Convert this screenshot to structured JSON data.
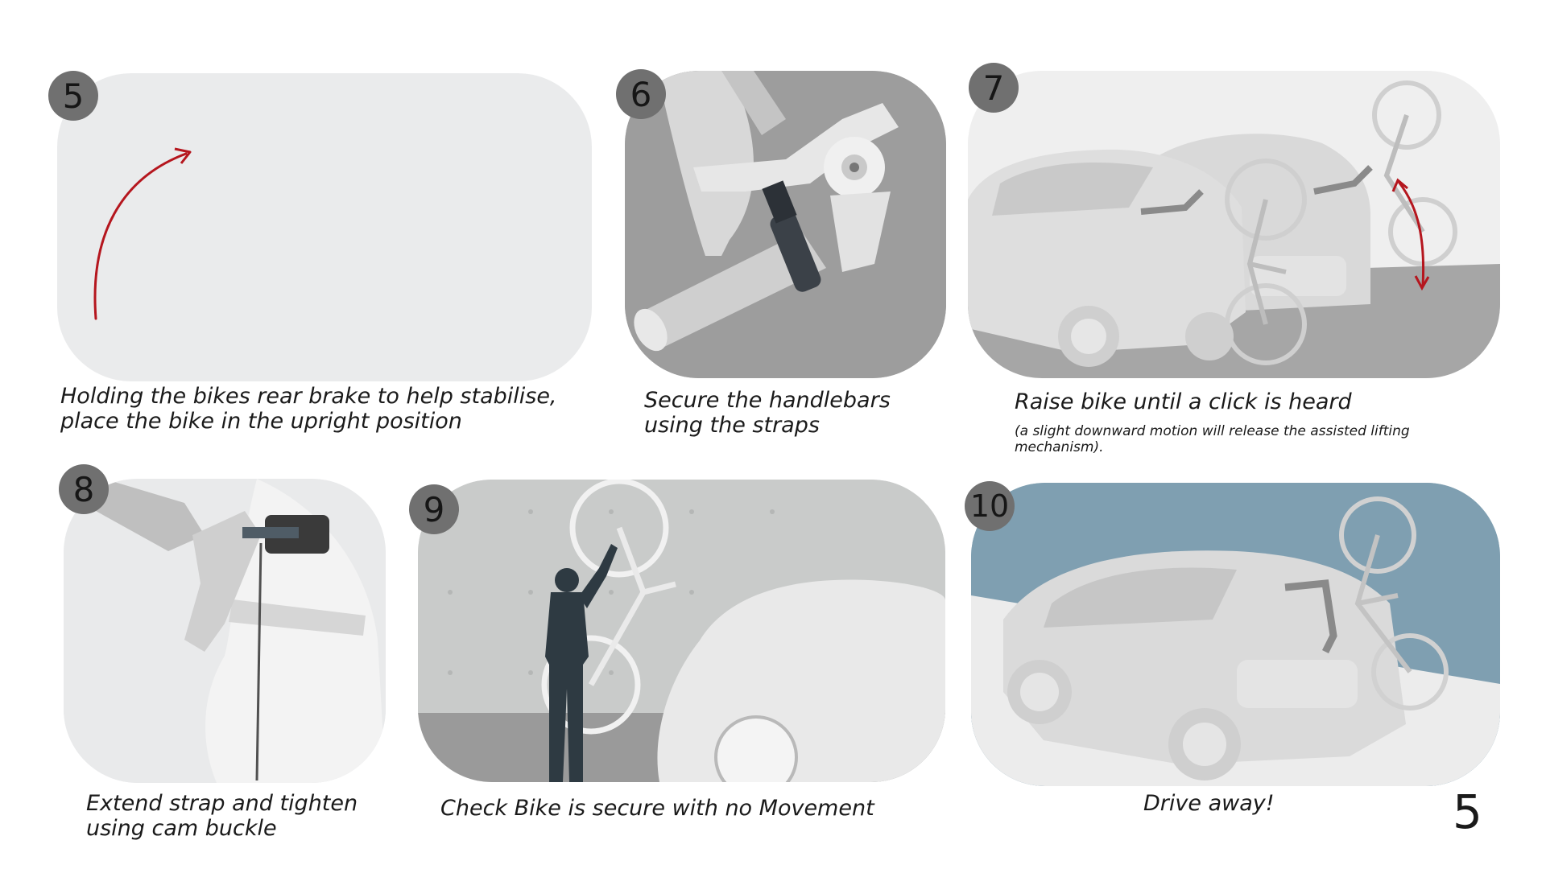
{
  "steps": [
    {
      "number": "5",
      "caption_lines": [
        "Holding the bikes rear brake to help stabilise,",
        "place the bike in the upright position"
      ]
    },
    {
      "number": "6",
      "caption_lines": [
        "Secure the handlebars",
        "using the straps"
      ]
    },
    {
      "number": "7",
      "caption_lines": [
        "Raise bike until a click is heard"
      ],
      "note_lines": [
        "(a slight downward motion will release the assisted lifting",
        "mechanism)."
      ]
    },
    {
      "number": "8",
      "caption_lines": [
        "Extend strap and tighten",
        "using cam buckle"
      ]
    },
    {
      "number": "9",
      "caption_lines": [
        "Check Bike is secure with no Movement"
      ]
    },
    {
      "number": "10",
      "caption_lines": [
        "Drive away!"
      ]
    }
  ],
  "page_number": "5",
  "colors": {
    "badge": "#707070",
    "arrow": "#b5161e",
    "sky_panel_10": "#7f9fb1"
  }
}
